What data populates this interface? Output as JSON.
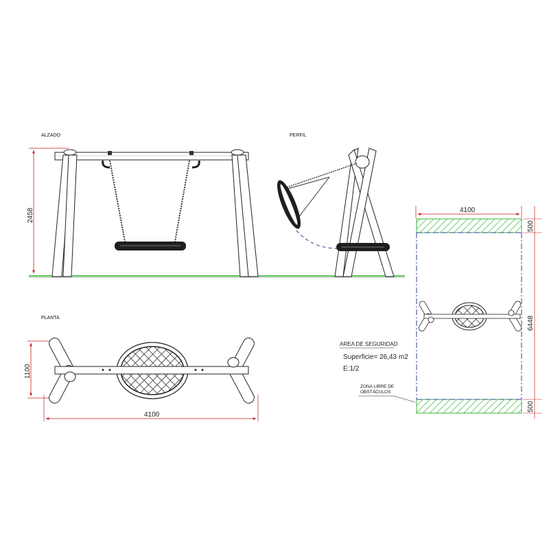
{
  "views": {
    "alzado": "ALZADO",
    "perfil": "PERFIL",
    "planta": "PLANTA"
  },
  "dimensions": {
    "height_alzado": "2458",
    "plan_width": "1100",
    "plan_length": "4100",
    "safety_width": "4100",
    "safety_length": "6448",
    "margin_top": "500",
    "margin_bottom": "500"
  },
  "safety_area": {
    "title": "AREA DE SEGURIDAD",
    "surface": "Superficie= 26,43 m2",
    "scale": "E:1/2"
  },
  "zone_label": {
    "line1": "ZONA LIBRE DE",
    "line2": "OBSTÁCULOS"
  },
  "colors": {
    "ground": "#2db82d",
    "dimension": "#c81e1e",
    "hatch": "#39b539",
    "boundary": "#2a3f9a"
  }
}
